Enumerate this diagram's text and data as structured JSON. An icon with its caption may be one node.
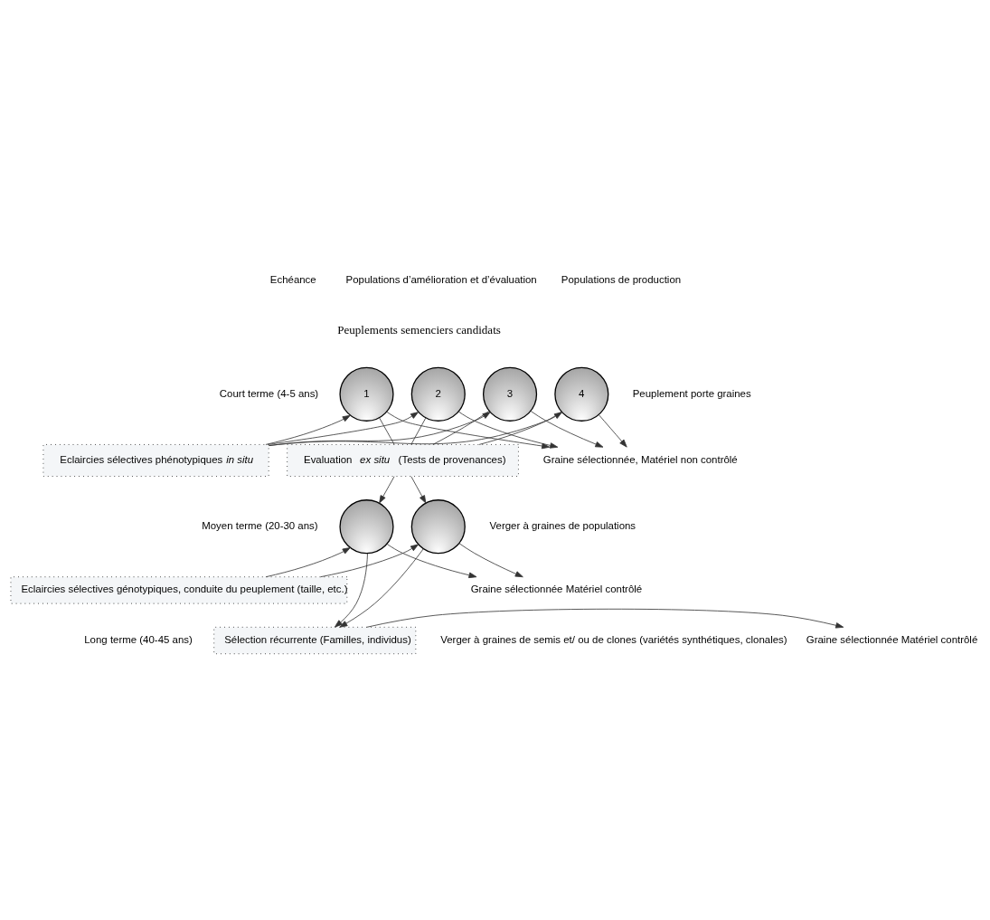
{
  "diagram": {
    "nodes": [
      {
        "text": [
          "1"
        ]
      },
      {
        "text": [
          "2"
        ]
      },
      {
        "text": [
          "3"
        ]
      },
      {
        "text": [
          "4"
        ]
      },
      {
        "text": [
          "Eclaircies sélectives phénotypiques *in situ*"
        ]
      },
      {
        "text": [
          "Evaluation *ex situ* (Tests de provenances)"
        ]
      },
      {
        "text": [],
        "shape": "circle"
      },
      {
        "text": [],
        "shape": "circle"
      },
      {
        "text": [
          "Eclaircies sélectives génotypiques, conduite du peuplement (taille, etc.)"
        ]
      },
      {
        "text": [
          "Sélection récurrente (Familles, individus)"
        ]
      },
      {
        "text": [
          "Graine sélectionnée, Matériel non contrôlé"
        ]
      },
      {
        "text": [
          "Graine sélectionnée Matériel contrôlé"
        ]
      },
      {
        "text": [
          "Graine sélectionnée Matériel contrôlé"
        ]
      }
    ],
    "edges": [
      {
        "from": 4,
        "to": 0,
        "arrow": "to"
      },
      {
        "from": 4,
        "to": 1,
        "arrow": "to"
      },
      {
        "from": 4,
        "to": 2,
        "arrow": "to"
      },
      {
        "from": 4,
        "to": 3,
        "arrow": "to"
      },
      {
        "from": 0,
        "to": 10,
        "arrow": "to"
      },
      {
        "from": 1,
        "to": 10,
        "arrow": "to"
      },
      {
        "from": 2,
        "to": 10,
        "arrow": "to"
      },
      {
        "from": 3,
        "to": 10,
        "arrow": "to"
      },
      {
        "from": 0,
        "to": 5,
        "arrow": "none"
      },
      {
        "from": 1,
        "to": 5,
        "arrow": "none"
      },
      {
        "from": 2,
        "to": 5,
        "arrow": "none"
      },
      {
        "from": 3,
        "to": 5,
        "arrow": "none"
      },
      {
        "from": 5,
        "to": 6,
        "arrow": "to"
      },
      {
        "from": 5,
        "to": 7,
        "arrow": "to"
      },
      {
        "from": 8,
        "to": 6,
        "arrow": "to"
      },
      {
        "from": 8,
        "to": 7,
        "arrow": "to"
      },
      {
        "from": 6,
        "to": 11,
        "arrow": "to"
      },
      {
        "from": 7,
        "to": 11,
        "arrow": "to"
      },
      {
        "from": 6,
        "to": 9,
        "arrow": "to"
      },
      {
        "from": 7,
        "to": 9,
        "arrow": "to"
      },
      {
        "from": 9,
        "to": 12,
        "arrow": "to"
      }
    ],
    "labels": [
      "Echéance",
      "Populations d’amélioration et d’évaluation",
      "Populations de production",
      "Court terme (4-5 ans)",
      "Peuplements semenciers candidats",
      "Peuplement porte graines",
      "Moyen terme (20-30 ans)",
      "Verger à graines de populations",
      "Long terme (40-45 ans)",
      "Verger à graines de semis et/ ou de clones (variétés synthétiques, clonales)"
    ]
  }
}
